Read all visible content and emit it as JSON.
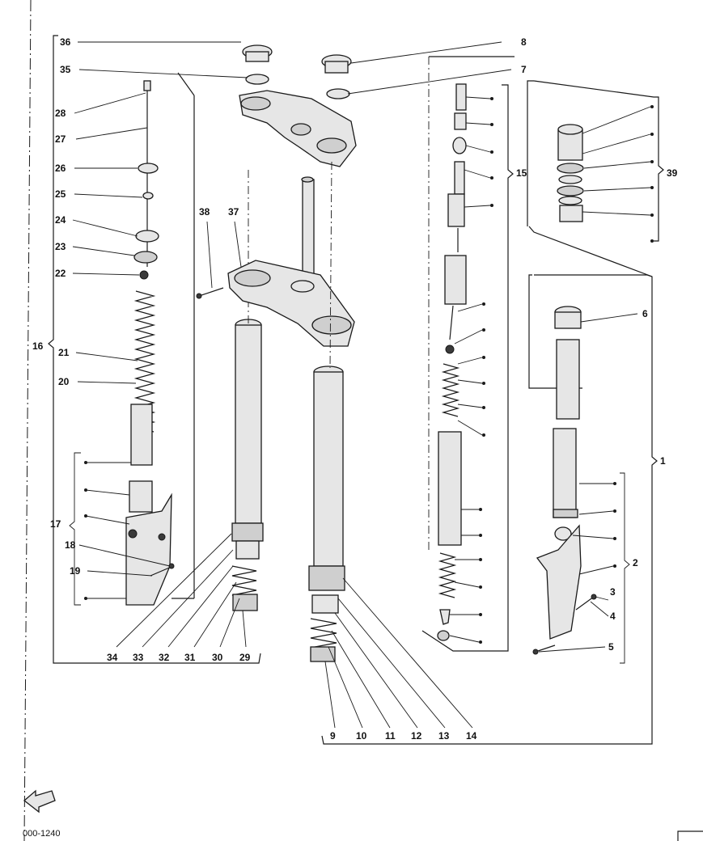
{
  "callouts": [
    "1",
    "2",
    "3",
    "4",
    "5",
    "6",
    "7",
    "8",
    "9",
    "10",
    "11",
    "12",
    "13",
    "14",
    "15",
    "16",
    "17",
    "18",
    "19",
    "20",
    "21",
    "22",
    "23",
    "24",
    "25",
    "26",
    "27",
    "28",
    "29",
    "30",
    "31",
    "32",
    "33",
    "34",
    "35",
    "36",
    "37",
    "38",
    "39"
  ],
  "reference_code": "000-1240"
}
